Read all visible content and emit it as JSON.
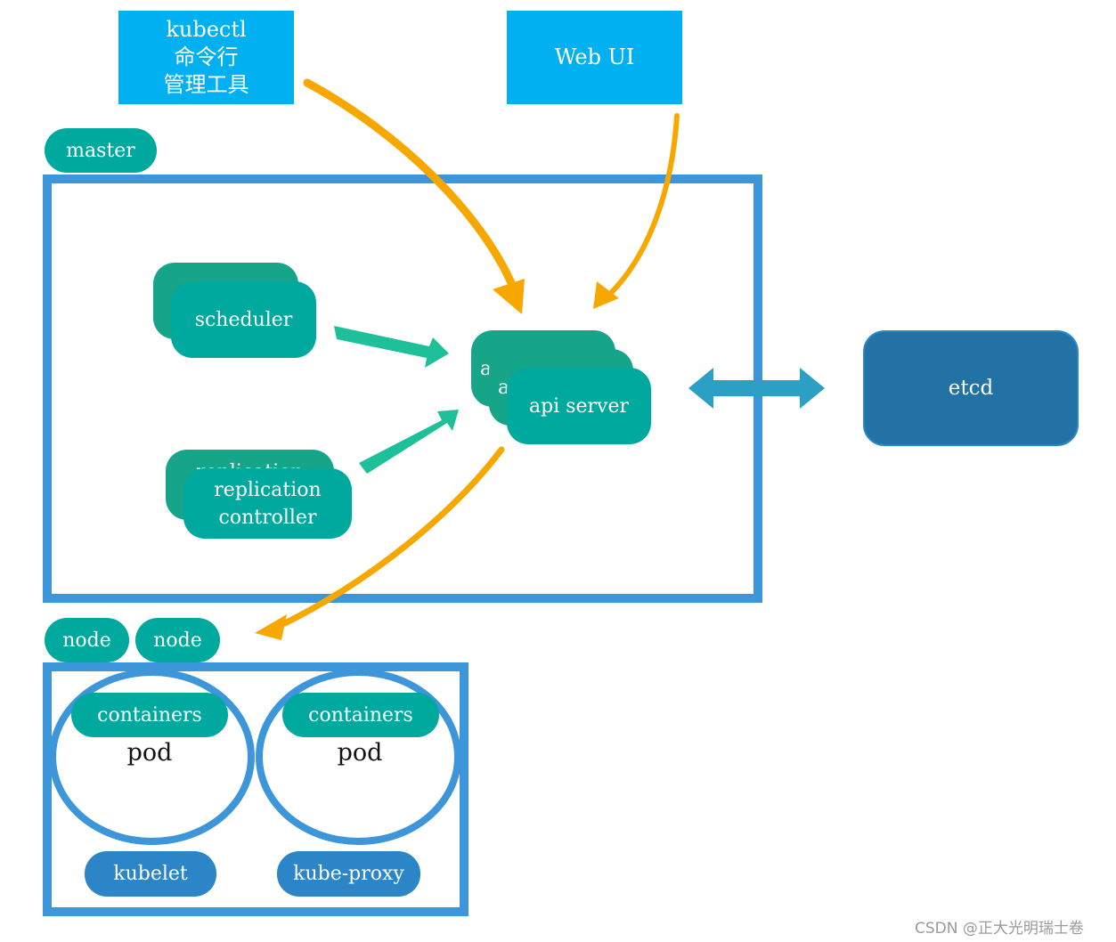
{
  "clients": {
    "kubectl_lines": [
      "kubectl",
      "命令行",
      "管理工具"
    ],
    "webui": "Web UI"
  },
  "master": {
    "label": "master",
    "scheduler": "scheduler",
    "replication_lines": [
      "replication",
      "controller"
    ],
    "replication_shadow_text": "replication",
    "api_server": "api server",
    "api_server_shadow_text": "a"
  },
  "etcd": {
    "label": "etcd"
  },
  "nodes": {
    "labels": [
      "node",
      "node"
    ],
    "pods": [
      {
        "containers": "containers",
        "pod": "pod"
      },
      {
        "containers": "containers",
        "pod": "pod"
      }
    ],
    "kubelet": "kubelet",
    "kube_proxy": "kube-proxy"
  },
  "colors": {
    "client_box": "#00b0f0",
    "frame": "#3c96d9",
    "component": "#00a99d",
    "etcd": "#2272a6",
    "service": "#2b85c7",
    "arrow_orange": "#f7a800",
    "arrow_green": "#1ec09a",
    "arrow_teal": "#2b9fc4"
  },
  "watermark": "CSDN @正大光明瑞士卷"
}
